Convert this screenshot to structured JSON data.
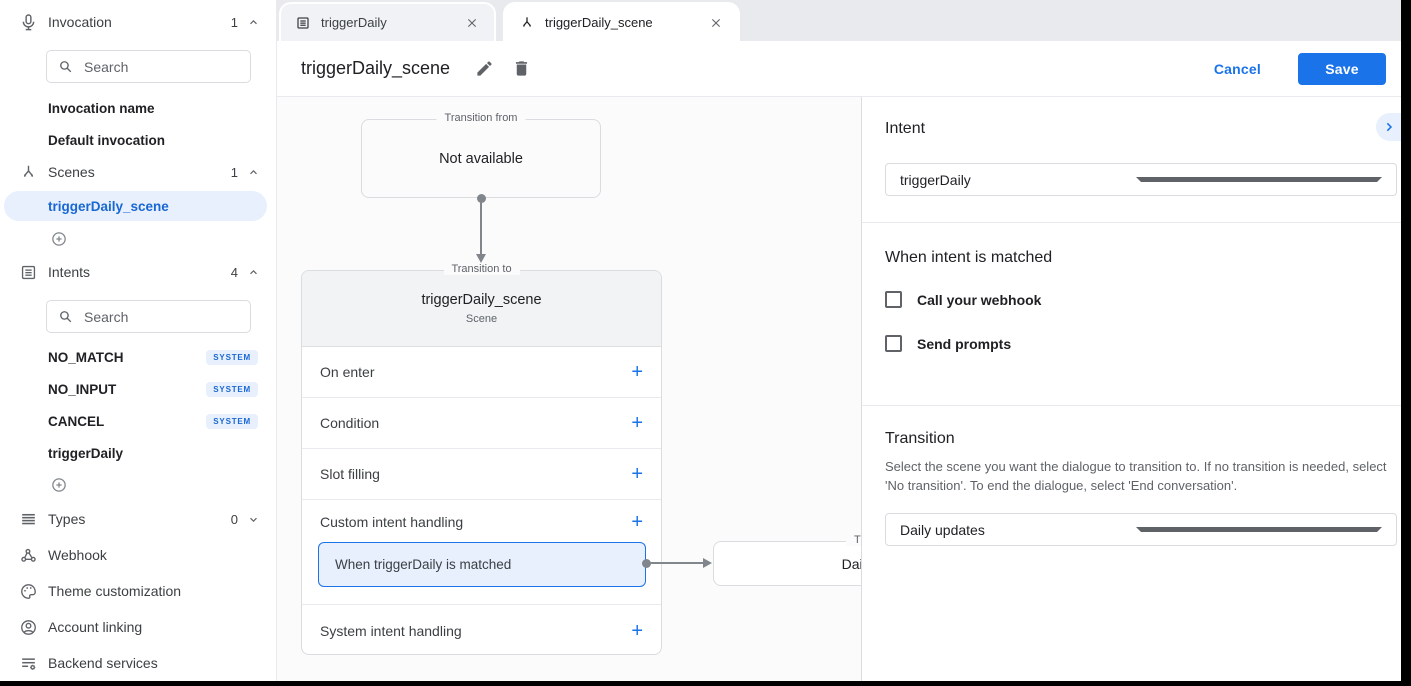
{
  "colors": {
    "primary": "#1a73e8",
    "selected_text": "#1967d2",
    "selected_bg": "#e8f0fe"
  },
  "icons": {
    "add": "+"
  },
  "sidebar": {
    "invocation": {
      "label": "Invocation",
      "count": "1",
      "chevron": "up",
      "search_placeholder": "Search",
      "items": [
        {
          "label": "Invocation name"
        },
        {
          "label": "Default invocation"
        }
      ]
    },
    "scenes": {
      "label": "Scenes",
      "count": "1",
      "chevron": "up",
      "selected_item": "triggerDaily_scene"
    },
    "intents": {
      "label": "Intents",
      "count": "4",
      "chevron": "up",
      "search_placeholder": "Search",
      "items": [
        {
          "label": "NO_MATCH",
          "badge": "SYSTEM"
        },
        {
          "label": "NO_INPUT",
          "badge": "SYSTEM"
        },
        {
          "label": "CANCEL",
          "badge": "SYSTEM"
        },
        {
          "label": "triggerDaily",
          "badge": ""
        }
      ]
    },
    "types": {
      "label": "Types",
      "count": "0",
      "chevron": "down"
    },
    "links": [
      {
        "label": "Webhook"
      },
      {
        "label": "Theme customization"
      },
      {
        "label": "Account linking"
      },
      {
        "label": "Backend services"
      }
    ]
  },
  "tabs": [
    {
      "label": "triggerDaily"
    },
    {
      "label": "triggerDaily_scene"
    }
  ],
  "header": {
    "title": "triggerDaily_scene",
    "cancel_label": "Cancel",
    "save_label": "Save"
  },
  "canvas": {
    "transition_from": {
      "legend": "Transition from",
      "content": "Not available"
    },
    "scene_node": {
      "legend": "Transition to",
      "title": "triggerDaily_scene",
      "subtitle": "Scene",
      "rows": [
        {
          "label": "On enter"
        },
        {
          "label": "Condition"
        },
        {
          "label": "Slot filling"
        },
        {
          "label": "Custom intent handling"
        },
        {
          "label": "System intent handling"
        }
      ],
      "intent_chip": "When triggerDaily is matched"
    },
    "target_node": {
      "legend": "Transition to",
      "title": "Daily updates"
    }
  },
  "panel": {
    "intent_heading": "Intent",
    "intent_value": "triggerDaily",
    "matched_heading": "When intent is matched",
    "checkboxes": [
      {
        "label": "Call your webhook",
        "checked": false
      },
      {
        "label": "Send prompts",
        "checked": false
      }
    ],
    "transition_heading": "Transition",
    "transition_description": "Select the scene you want the dialogue to transition to. If no transition is needed, select 'No transition'. To end the dialogue, select 'End conversation'.",
    "transition_value": "Daily updates"
  }
}
